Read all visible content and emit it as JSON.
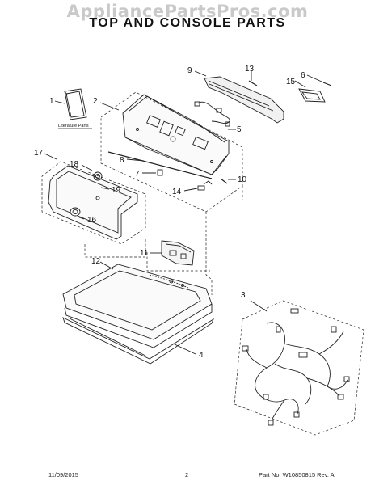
{
  "watermark": "AppliancePartsPros.com",
  "title": "TOP AND CONSOLE PARTS",
  "literature_label": "Literature Parts",
  "callouts": [
    "1",
    "2",
    "3",
    "4",
    "5",
    "6",
    "7",
    "8",
    "9",
    "10",
    "11",
    "12",
    "13",
    "14",
    "15",
    "16",
    "17",
    "18",
    "19"
  ],
  "footer": {
    "date": "11/09/2015",
    "page": "2",
    "part_info": "Part No. W10850815  Rev. A"
  }
}
